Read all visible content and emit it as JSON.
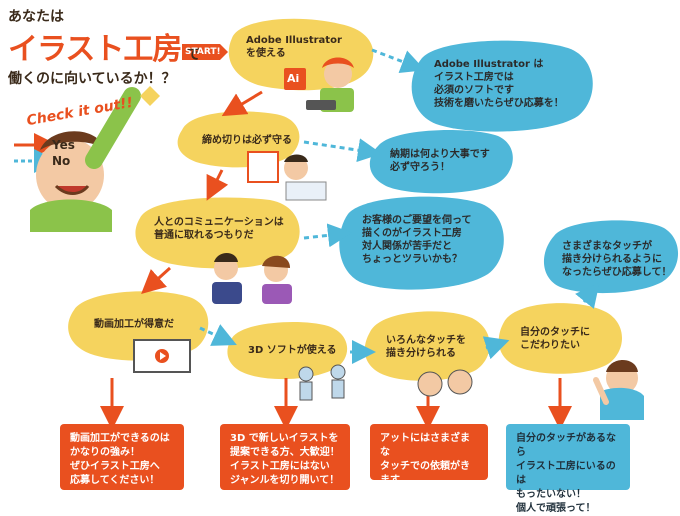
{
  "colors": {
    "yes": "#e9501f",
    "no": "#4fb7d9",
    "bubble": "#f5d35e",
    "blue_bubble": "#4fb7d9",
    "orange_box": "#e9501f"
  },
  "title": {
    "line1": "あなたは",
    "main": "イラスト工房",
    "suffix": "で",
    "line3": "働くのに向いているか！？",
    "check": "Check it out!!"
  },
  "legend": {
    "yes": "Yes",
    "no": "No"
  },
  "start_label": "START!",
  "questions": {
    "q1": "Adobe Illustrator\nを使える",
    "q2": "締め切りは必ず守る",
    "q3": "人とのコミュニケーションは\n普通に取れるつもりだ",
    "q4": "動画加工が得意だ",
    "q5": "3D ソフトが使える",
    "q6": "いろんなタッチを\n描き分けられる",
    "q7": "自分のタッチに\nこだわりたい"
  },
  "no_results": {
    "n1": "Adobe Illustrator は\nイラスト工房では\n必須のソフトです\n技術を磨いたらぜひ応募を！",
    "n2": "納期は何より大事です\n必ず守ろう！",
    "n3": "お客様のご要望を伺って\n描くのがイラスト工房\n対人関係が苦手だと\nちょっとツラいかも？",
    "n7": "さまざまなタッチが\n描き分けられるように\nなったらぜひ応募して！"
  },
  "yes_results": {
    "r4": "動画加工ができるのは\nかなりの強み！\nぜひイラスト工房へ\n応募してください！",
    "r5": "3D で新しいイラストを\n提案できる方、大歓迎！\nイラスト工房にはない\nジャンルを切り開いて！",
    "r6": "アットにはさまざまな\nタッチでの依頼がきます\nぜひその腕を披露して！",
    "r7": "自分のタッチがあるなら\nイラスト工房にいるのは\nもったいない！\n個人で頑張って！"
  },
  "icons": {
    "ai_logo": "Ai"
  }
}
